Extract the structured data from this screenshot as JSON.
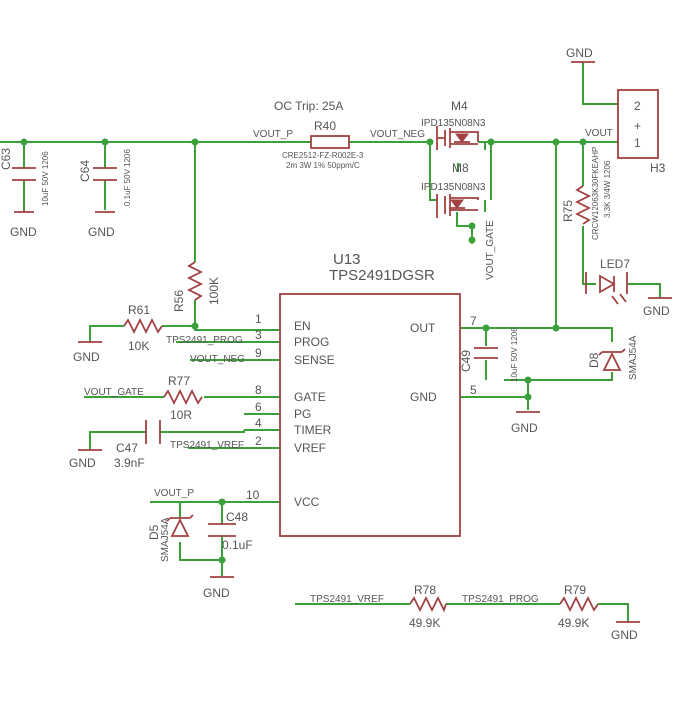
{
  "colors": {
    "wire": "#3aa13a",
    "part": "#a34040",
    "text": "#555555",
    "background": "#ffffff"
  },
  "labels": {
    "oc_trip": "OC Trip: 25A",
    "gnd": "GND",
    "plus": "+",
    "vout_p": "VOUT_P",
    "vout_neg": "VOUT_NEG",
    "vout": "VOUT",
    "vout_gate": "VOUT_GATE",
    "tps2491_prog": "TPS2491_PROG",
    "tps2491_vref": "TPS2491_VREF"
  },
  "parts": {
    "c63": {
      "ref": "C63",
      "value": "10uF 50V 1206"
    },
    "c64": {
      "ref": "C64",
      "value": "0.1uF 50V 1206"
    },
    "r40": {
      "ref": "R40",
      "part": "CRE2512-FZ-R002E-3",
      "desc": "2m 3W 1% 50ppm/C"
    },
    "m4": {
      "ref": "M4",
      "value": "IPD135N08N3"
    },
    "m8": {
      "ref": "M8",
      "value": "IPD135N08N3"
    },
    "h3": {
      "ref": "H3",
      "pin1": "1",
      "pin2": "2"
    },
    "r75": {
      "ref": "R75",
      "part": "CRCW12063K30FKEAHP",
      "desc": "3.3K 3/4W 1206"
    },
    "led7": {
      "ref": "LED7"
    },
    "r56": {
      "ref": "R56",
      "value": "100K"
    },
    "u13": {
      "ref": "U13",
      "value": "TPS2491DGSR"
    },
    "r61": {
      "ref": "R61",
      "value": "10K"
    },
    "r77": {
      "ref": "R77",
      "value": "10R"
    },
    "c47": {
      "ref": "C47",
      "value": "3.9nF"
    },
    "c49": {
      "ref": "C49",
      "value": "10uF 50V 1206"
    },
    "d8": {
      "ref": "D8",
      "value": "SMAJ54A"
    },
    "d5": {
      "ref": "D5",
      "value": "SMAJ54A"
    },
    "c48": {
      "ref": "C48",
      "value": "0.1uF"
    },
    "r78": {
      "ref": "R78",
      "value": "49.9K"
    },
    "r79": {
      "ref": "R79",
      "value": "49.9K"
    }
  },
  "u13_pins": [
    {
      "num": "1",
      "name": "EN"
    },
    {
      "num": "3",
      "name": "PROG"
    },
    {
      "num": "9",
      "name": "SENSE"
    },
    {
      "num": "8",
      "name": "GATE"
    },
    {
      "num": "6",
      "name": "PG"
    },
    {
      "num": "4",
      "name": "TIMER"
    },
    {
      "num": "2",
      "name": "VREF"
    },
    {
      "num": "10",
      "name": "VCC"
    },
    {
      "num": "7",
      "name": "OUT"
    },
    {
      "num": "5",
      "name": "GND"
    }
  ]
}
